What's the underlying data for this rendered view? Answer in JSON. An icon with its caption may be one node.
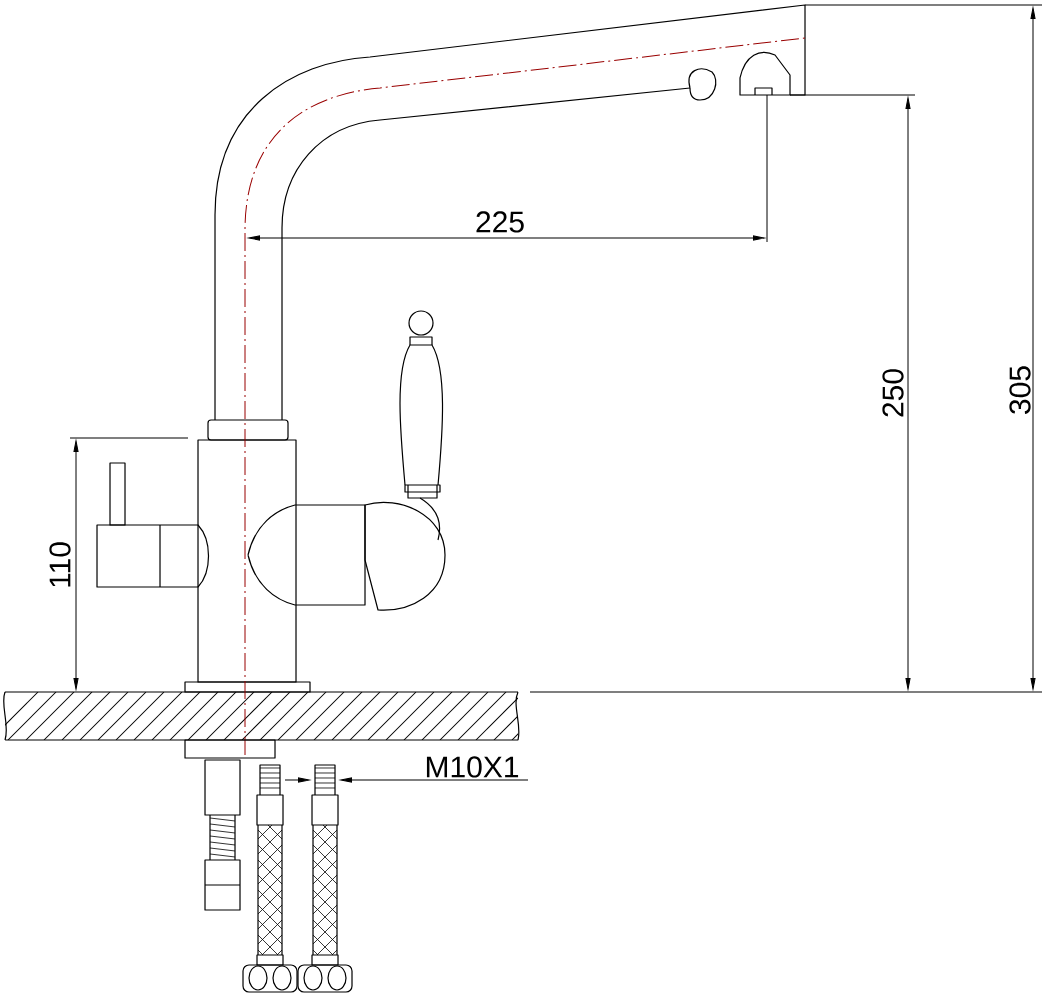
{
  "diagram": {
    "labels": [
      "225",
      "305",
      "250",
      "110",
      "M10X1"
    ]
  }
}
